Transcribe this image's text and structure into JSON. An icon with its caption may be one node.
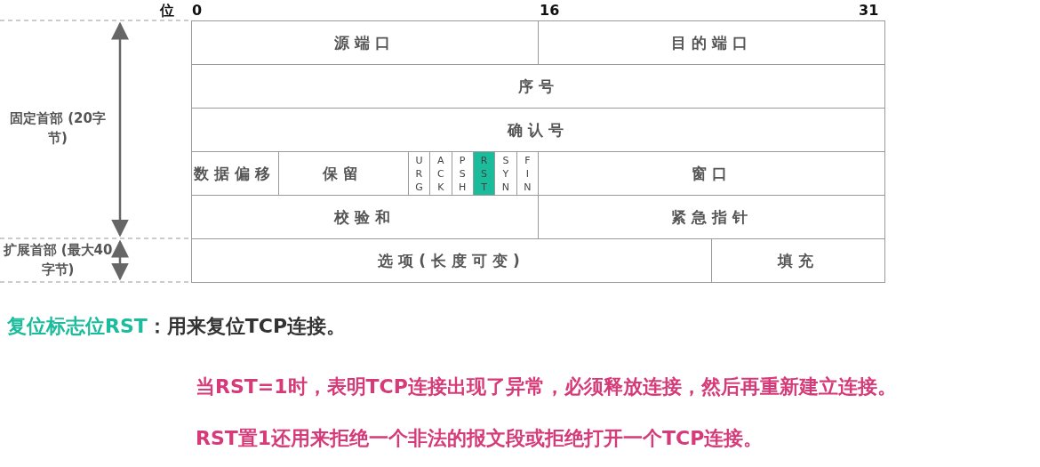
{
  "diagram": {
    "labels": [
      "位",
      "0",
      "16",
      "31",
      "固定首部 (20字节)",
      "扩展首部 (最大40字节)",
      "源端口",
      "目的端口",
      "序号",
      "确认号",
      "数据偏移",
      "保留",
      "URG",
      "ACK",
      "PSH",
      "RST",
      "SYN",
      "FIN",
      "窗口",
      "校验和",
      "紧急指针",
      "选项(长度可变)",
      "填充",
      "复位标志位RST",
      "：用来复位TCP连接。",
      "当RST=1时，表明TCP连接出现了异常，必须释放连接，然后再重新建立连接。",
      "RST置1还用来拒绝一个非法的报文段或拒绝打开一个TCP连接。"
    ]
  }
}
